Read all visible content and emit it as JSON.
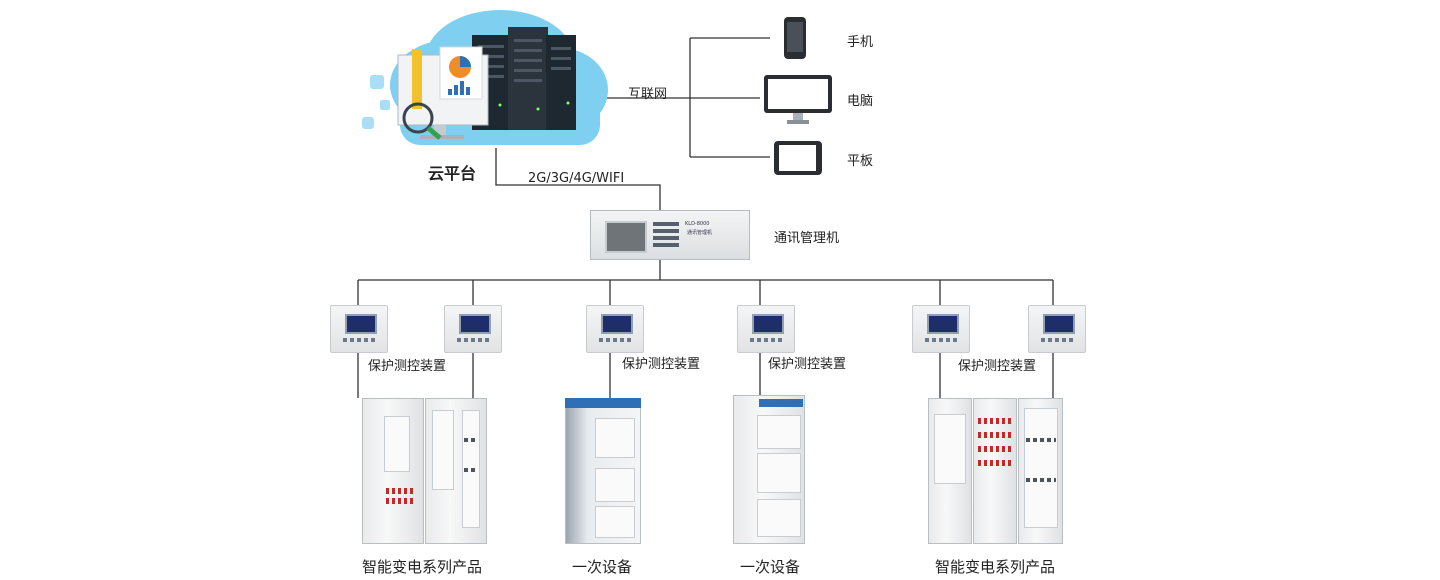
{
  "cloud": {
    "label": "云平台",
    "network": "互联网",
    "link": "2G/3G/4G/WIFI"
  },
  "terminals": [
    {
      "label": "手机",
      "icon": "phone-icon"
    },
    {
      "label": "电脑",
      "icon": "monitor-icon"
    },
    {
      "label": "平板",
      "icon": "tablet-icon"
    }
  ],
  "manager": {
    "label": "通讯管理机",
    "model": "KLD-8000",
    "subtitle": "通讯管理机"
  },
  "devices": [
    {
      "label": "保护测控装置"
    },
    {
      "label": "保护测控装置"
    },
    {
      "label": "保护测控装置"
    },
    {
      "label": "保护测控装置"
    }
  ],
  "cabinets": [
    {
      "label": "智能变电系列产品"
    },
    {
      "label": "一次设备"
    },
    {
      "label": "一次设备"
    },
    {
      "label": "智能变电系列产品"
    }
  ],
  "colors": {
    "line": "#333333",
    "cloud": "#6ec6ec",
    "screen": "#1d2e6b"
  }
}
